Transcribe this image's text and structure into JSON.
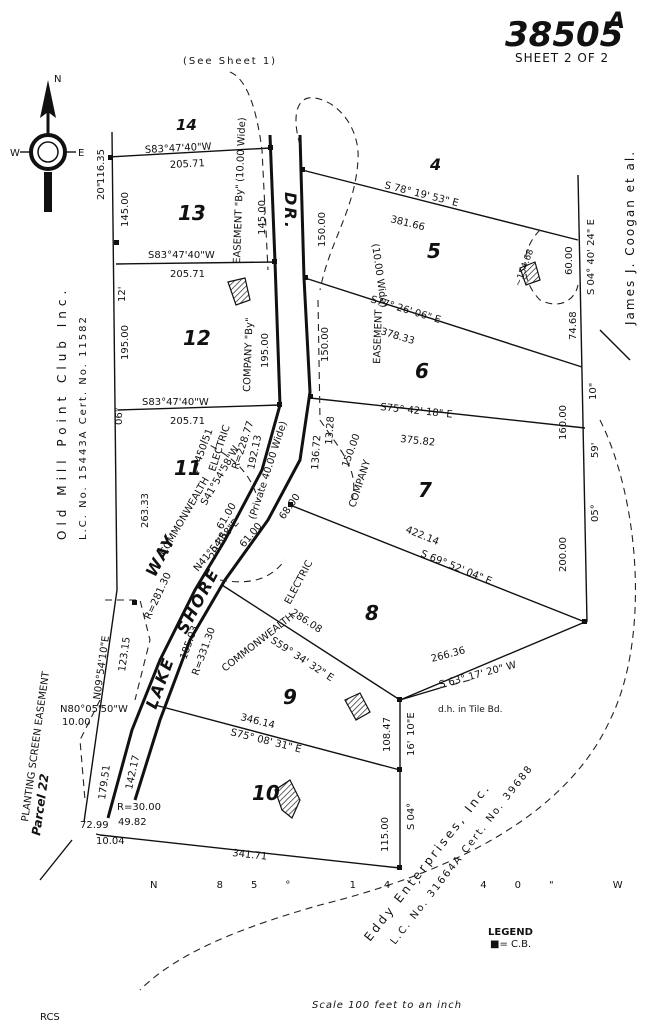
{
  "header": {
    "plan_number": "38505",
    "plan_suffix": "A",
    "sheet": "SHEET 2 OF 2",
    "see_sheet": "(See Sheet 1)"
  },
  "north_arrow": {
    "n": "N",
    "w": "W",
    "e": "E"
  },
  "lots": {
    "l4": "4",
    "l5": "5",
    "l6": "6",
    "l7": "7",
    "l8": "8",
    "l9": "9",
    "l10": "10",
    "l11": "11",
    "l12": "12",
    "l13": "13",
    "l14": "14"
  },
  "roads": {
    "dr": "DR.",
    "lake": "LAKE",
    "shore": "SHORE",
    "way": "WAY"
  },
  "abutters": {
    "west": "Old Mill Point Club Inc.",
    "west_cert": "L.C. No. 15443A Cert. No. 11582",
    "east": "James J. Coogan et al.",
    "south": "Eddy Enterprises, Inc.",
    "south_cert": "L.C. No. 31664A Cert. No. 39688",
    "parcel": "Parcel 22",
    "planting": "PLANTING SCREEN EASEMENT"
  },
  "easements": {
    "top": "(10.00 Wide)",
    "right": "(10.00 Wide)",
    "private": "(Private 40.00 Wide)",
    "easement_by_left": "EASEMENT \"By\"",
    "easement_right": "EASEMENT",
    "company_by": "COMPANY \"By\"",
    "company": "COMPANY",
    "electric": "ELECTRIC",
    "commonwealth": "COMMONWEALTH",
    "electric2": "ELECTRIC",
    "commonwealth2": "COMMONWEALTH"
  },
  "dims": {
    "b1": "S83°47'40\"W",
    "d1": "205.71",
    "b2": "S83°47'40\"W",
    "d2": "205.71",
    "b3": "S83°47'40\"W",
    "d3": "205.71",
    "w1": "145.00",
    "w2": "195.00",
    "w3": "12'",
    "w4": "20\"",
    "w5": "116.35",
    "e1": "145.00",
    "e2": "195.00",
    "e3": "06°",
    "r1b": "S 78° 19' 53\" E",
    "r1d": "381.66",
    "r2b": "S77° 26' 06\" E",
    "r2d": "378.33",
    "r3b": "S75° 42' 18\" E",
    "r3d": "375.82",
    "r4b": "S 69° 52' 04\" E",
    "r4d": "422.14",
    "r5b": "S 63° 17' 20\" W",
    "r5d": "266.36",
    "r6b": "S59° 34' 32\" E",
    "r6d": "286.08",
    "r7b": "S75° 08' 31\" E",
    "r7d": "346.14",
    "r8d": "341.71",
    "f1": "150.00",
    "f2": "150.00",
    "f3": "150.00",
    "f4": "136.72",
    "f5": "13.28",
    "b4": "S 04° 40' 24\" E",
    "b5": "60.00",
    "b6": "74.68",
    "b7": "160.00",
    "b8": "200.00",
    "b9": "10\"",
    "b10": "59'",
    "b11": "05°",
    "dh": "d.h. in Tile Bd.",
    "c1": "L=450.51",
    "c2": "R=228.77",
    "c3": "192.13",
    "c4": "S41°54'58\"W",
    "c5": "61.00",
    "c6": "68.00",
    "c7": "N41°54'58\"E",
    "c8": "61.00",
    "c9": "R=281.30",
    "c10": "20.38",
    "c11": "185.03",
    "c12": "R=331.30",
    "c13": "263.33",
    "c14": "123.15",
    "c15": "179.51",
    "c16": "N80°05'50\"W",
    "c17": "10.00",
    "c18": "N09°54'10\"E",
    "c19": "142.17",
    "c20": "R=30.00",
    "c21": "49.82",
    "c22": "72.99",
    "c23": "10.04",
    "c24": "108.47",
    "c25": "115.00",
    "c26": "16'",
    "c27": "10\"E",
    "c28": "S 04°",
    "bottom_b": "N 85° 14' 40\" W"
  },
  "legend": {
    "title": "LEGEND",
    "item": "■= C.B."
  },
  "footer": {
    "scale": "Scale 100 feet to an inch",
    "initials": "RCS"
  }
}
